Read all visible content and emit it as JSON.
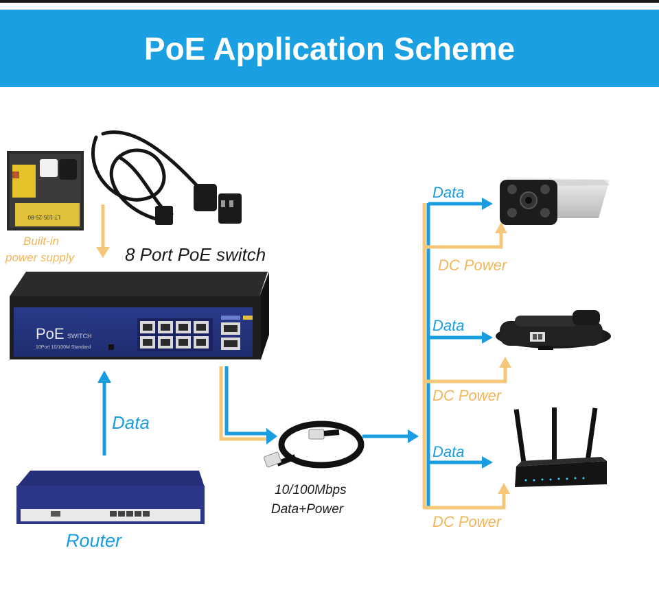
{
  "header": {
    "title": "PoE Application Scheme"
  },
  "labels": {
    "builtin_line1": "Built-in",
    "builtin_line2": "power supply",
    "switch_name": "8 Port PoE switch",
    "data_up": "Data",
    "router": "Router",
    "cable_line1": "10/100Mbps",
    "cable_line2": "Data+Power",
    "camera_data": "Data",
    "camera_power": "DC Power",
    "phone_data": "Data",
    "phone_power": "DC Power",
    "ap_data": "Data",
    "ap_power": "DC Power"
  },
  "switch_panel": {
    "brand": "PoE",
    "brand_sub": "SWITCH",
    "model": "10Port 10/100M Standard"
  },
  "colors": {
    "banner": "#1aa0e2",
    "data_line": "#1a9de0",
    "power_line": "#f5c77a",
    "power_text": "#f1b65a"
  },
  "icons": [
    "power-cord-icon",
    "power-supply-board-icon",
    "poe-switch-icon",
    "router-icon",
    "ethernet-cable-icon",
    "ip-camera-icon",
    "ip-phone-icon",
    "wireless-ap-icon"
  ]
}
